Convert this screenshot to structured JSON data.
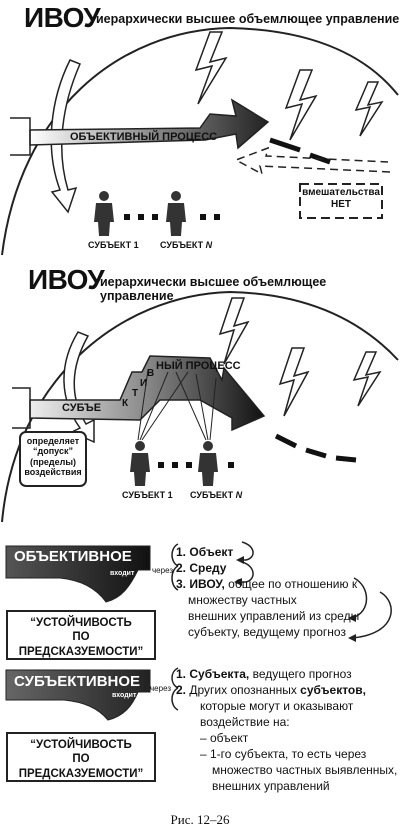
{
  "panel1": {
    "title": "ИВОУ",
    "subtitle": "иерархически высшее объемлющее управление",
    "arrow_label": "ОБЪЕКТИВНЫЙ ПРОЦЕСС",
    "subject_1": "СУБЪЕКТ 1",
    "subject_n_prefix": "СУБЪЕКТ",
    "subject_n_var": "N",
    "interference_line1": "вмешательства",
    "interference_line2": "НЕТ"
  },
  "panel2": {
    "title": "ИВОУ",
    "subtitle": "иерархически высшее объемлющее управление",
    "arrow_left": "СУБЪЕ",
    "arrow_k": "К",
    "arrow_t": "Т",
    "arrow_i": "И",
    "arrow_v": "В",
    "arrow_top": "НЫЙ ПРОЦЕСС",
    "dopusk_line1": "определяет",
    "dopusk_line2": "“допуск”",
    "dopusk_line3": "(пределы)",
    "dopusk_line4": "воздействия",
    "subject_1": "СУБЪЕКТ 1",
    "subject_n_prefix": "СУБЪЕКТ",
    "subject_n_var": "N"
  },
  "panel3": {
    "banner": "ОБЪЕКТИВНОЕ",
    "banner_sub": "входит",
    "via": "через",
    "items": [
      {
        "num": "1.",
        "bold": "Объект",
        "rest": ""
      },
      {
        "num": "2.",
        "bold": "Среду",
        "rest": ""
      },
      {
        "num": "3.",
        "bold": "ИВОУ,",
        "rest": " общее по отношению к"
      }
    ],
    "item3_cont": [
      "множеству частных",
      "внешних управлений из среды",
      "субъекту, ведущему прогноз"
    ],
    "box_line1": "“УСТОЙЧИВОСТЬ",
    "box_line2": "ПО",
    "box_line3": "ПРЕДСКАЗУЕМОСТИ”"
  },
  "panel4": {
    "banner": "СУБЪЕКТИВНОЕ",
    "banner_sub": "входит",
    "via": "через",
    "item1_num": "1.",
    "item1_bold": "Субъекта,",
    "item1_rest": " ведущего прогноз",
    "item2_num": "2.",
    "item2_a": "Других опознанных ",
    "item2_bold": "субъектов,",
    "item2_cont": [
      "которые могут и оказывают",
      "воздействие на:",
      "– объект",
      "– 1-го субъекта, то есть через",
      "множество частных выявленных,",
      "внешних управлений"
    ],
    "box_line1": "“УСТОЙЧИВОСТЬ",
    "box_line2": "ПО",
    "box_line3": "ПРЕДСКАЗУЕМОСТИ”"
  },
  "caption": "Рис. 12–26"
}
